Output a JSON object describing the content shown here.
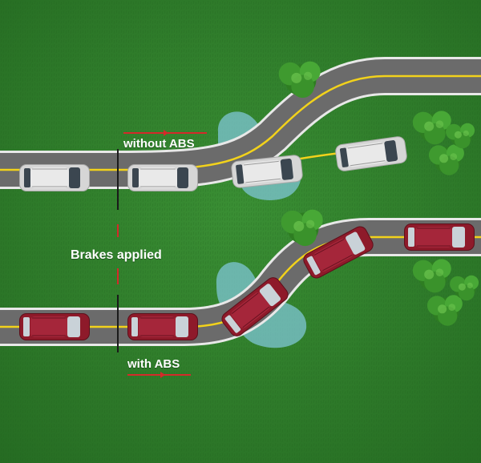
{
  "labels": {
    "without_abs": "without ABS",
    "brakes_applied": "Brakes applied",
    "with_abs": "with ABS"
  },
  "colors": {
    "grass": "#2f7d2c",
    "road": "#6b6b6b",
    "road_edge": "#e8e8e8",
    "center_line": "#f2d21b",
    "silver_car": "#c9c9c9",
    "red_car": "#8e1a2a",
    "skid_zone": "#7fc6d6",
    "marker_red": "#d42a2a",
    "brake_line": "#1a1a1a",
    "bush": "#3f9a2f"
  },
  "icons": {
    "silver_car": "car-top-view-icon",
    "red_car": "car-top-view-icon",
    "bush": "bush-icon"
  }
}
